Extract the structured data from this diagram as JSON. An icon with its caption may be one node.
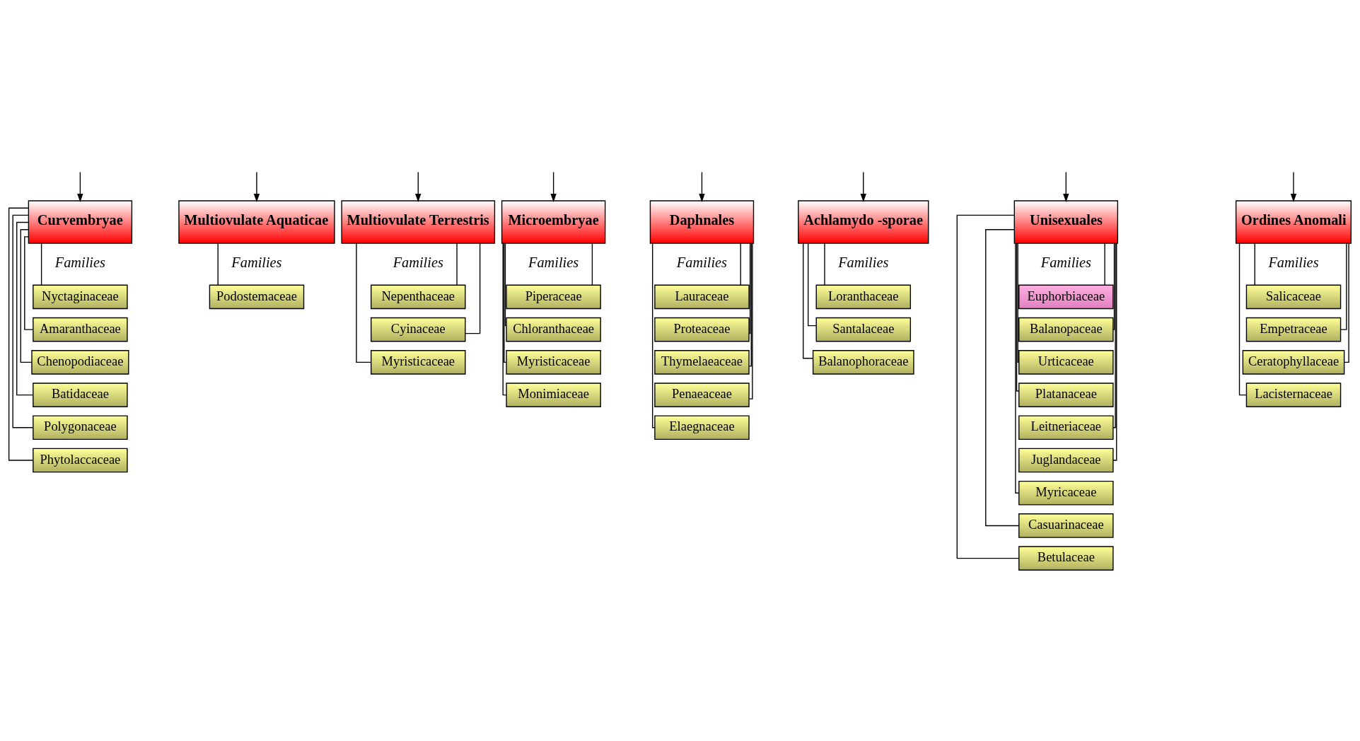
{
  "diagram": {
    "nodes": [
      {
        "text": [
          "Curvembryae"
        ]
      },
      {
        "text": [
          "Multiovulate Aquaticae"
        ]
      },
      {
        "text": [
          "Multiovulate Terrestris"
        ]
      },
      {
        "text": [
          "Microembryae"
        ]
      },
      {
        "text": [
          "Daphnales"
        ]
      },
      {
        "text": [
          "Achlamydo -sporae"
        ]
      },
      {
        "text": [
          "Unisexuales"
        ]
      },
      {
        "text": [
          "Ordines Anomali"
        ]
      },
      {
        "text": [
          "Nyctaginaceae"
        ]
      },
      {
        "text": [
          "Amaranthaceae"
        ]
      },
      {
        "text": [
          "Chenopodiaceae"
        ]
      },
      {
        "text": [
          "Batidaceae"
        ]
      },
      {
        "text": [
          "Polygonaceae"
        ]
      },
      {
        "text": [
          "Phytolaccaceae"
        ]
      },
      {
        "text": [
          "Podostemaceae"
        ]
      },
      {
        "text": [
          "Nepenthaceae"
        ]
      },
      {
        "text": [
          "Cyinaceae"
        ]
      },
      {
        "text": [
          "Myristicaceae"
        ]
      },
      {
        "text": [
          "Piperaceae"
        ]
      },
      {
        "text": [
          "Chloranthaceae"
        ]
      },
      {
        "text": [
          "Myristicaceae"
        ]
      },
      {
        "text": [
          "Monimiaceae"
        ]
      },
      {
        "text": [
          "Lauraceae"
        ]
      },
      {
        "text": [
          "Proteaceae"
        ]
      },
      {
        "text": [
          "Thymelaeaceae"
        ]
      },
      {
        "text": [
          "Penaeaceae"
        ]
      },
      {
        "text": [
          "Elaegnaceae"
        ]
      },
      {
        "text": [
          "Loranthaceae"
        ]
      },
      {
        "text": [
          "Santalaceae"
        ]
      },
      {
        "text": [
          "Balanophoraceae"
        ]
      },
      {
        "text": [
          "Euphorbiaceae"
        ]
      },
      {
        "text": [
          "Balanopaceae"
        ]
      },
      {
        "text": [
          "Urticaceae"
        ]
      },
      {
        "text": [
          "Platanaceae"
        ]
      },
      {
        "text": [
          "Leitneriaceae"
        ]
      },
      {
        "text": [
          "Juglandaceae"
        ]
      },
      {
        "text": [
          "Myricaceae"
        ]
      },
      {
        "text": [
          "Casuarinaceae"
        ]
      },
      {
        "text": [
          "Betulaceae"
        ]
      },
      {
        "text": [
          "Salicaceae"
        ]
      },
      {
        "text": [
          "Empetraceae"
        ]
      },
      {
        "text": [
          "Ceratophyllaceae"
        ]
      },
      {
        "text": [
          "Lacisternaceae"
        ]
      }
    ],
    "edges": [
      {
        "from": null,
        "to": 0,
        "arrow": "to"
      },
      {
        "from": null,
        "to": 1,
        "arrow": "to"
      },
      {
        "from": null,
        "to": 2,
        "arrow": "to"
      },
      {
        "from": null,
        "to": 3,
        "arrow": "to"
      },
      {
        "from": null,
        "to": 4,
        "arrow": "to"
      },
      {
        "from": null,
        "to": 5,
        "arrow": "to"
      },
      {
        "from": null,
        "to": 6,
        "arrow": "to"
      },
      {
        "from": null,
        "to": 7,
        "arrow": "to"
      },
      {
        "from": 0,
        "to": 8,
        "arrow": "none"
      },
      {
        "from": 0,
        "to": 9,
        "arrow": "none"
      },
      {
        "from": 0,
        "to": 10,
        "arrow": "none"
      },
      {
        "from": 0,
        "to": 11,
        "arrow": "none"
      },
      {
        "from": 0,
        "to": 12,
        "arrow": "none"
      },
      {
        "from": 0,
        "to": 13,
        "arrow": "none"
      },
      {
        "from": 1,
        "to": 14,
        "arrow": "none"
      },
      {
        "from": 2,
        "to": 15,
        "arrow": "none"
      },
      {
        "from": 2,
        "to": 16,
        "arrow": "none"
      },
      {
        "from": 2,
        "to": 17,
        "arrow": "none"
      },
      {
        "from": 3,
        "to": 18,
        "arrow": "none"
      },
      {
        "from": 3,
        "to": 19,
        "arrow": "none"
      },
      {
        "from": 3,
        "to": 20,
        "arrow": "none"
      },
      {
        "from": 3,
        "to": 21,
        "arrow": "none"
      },
      {
        "from": 4,
        "to": 22,
        "arrow": "none"
      },
      {
        "from": 4,
        "to": 23,
        "arrow": "none"
      },
      {
        "from": 4,
        "to": 24,
        "arrow": "none"
      },
      {
        "from": 4,
        "to": 25,
        "arrow": "none"
      },
      {
        "from": 4,
        "to": 26,
        "arrow": "none"
      },
      {
        "from": 5,
        "to": 27,
        "arrow": "none"
      },
      {
        "from": 5,
        "to": 28,
        "arrow": "none"
      },
      {
        "from": 5,
        "to": 29,
        "arrow": "none"
      },
      {
        "from": 6,
        "to": 30,
        "arrow": "none"
      },
      {
        "from": 6,
        "to": 31,
        "arrow": "none"
      },
      {
        "from": 6,
        "to": 32,
        "arrow": "none"
      },
      {
        "from": 6,
        "to": 33,
        "arrow": "none"
      },
      {
        "from": 6,
        "to": 34,
        "arrow": "none"
      },
      {
        "from": 6,
        "to": 35,
        "arrow": "none"
      },
      {
        "from": 6,
        "to": 36,
        "arrow": "none"
      },
      {
        "from": 6,
        "to": 37,
        "arrow": "none"
      },
      {
        "from": 6,
        "to": 38,
        "arrow": "none"
      },
      {
        "from": 7,
        "to": 39,
        "arrow": "none"
      },
      {
        "from": 7,
        "to": 40,
        "arrow": "none"
      },
      {
        "from": 7,
        "to": 41,
        "arrow": "none"
      },
      {
        "from": 7,
        "to": 42,
        "arrow": "none"
      }
    ],
    "labels": [
      "Families",
      "Families",
      "Families",
      "Families",
      "Families",
      "Families",
      "Families",
      "Families"
    ]
  }
}
